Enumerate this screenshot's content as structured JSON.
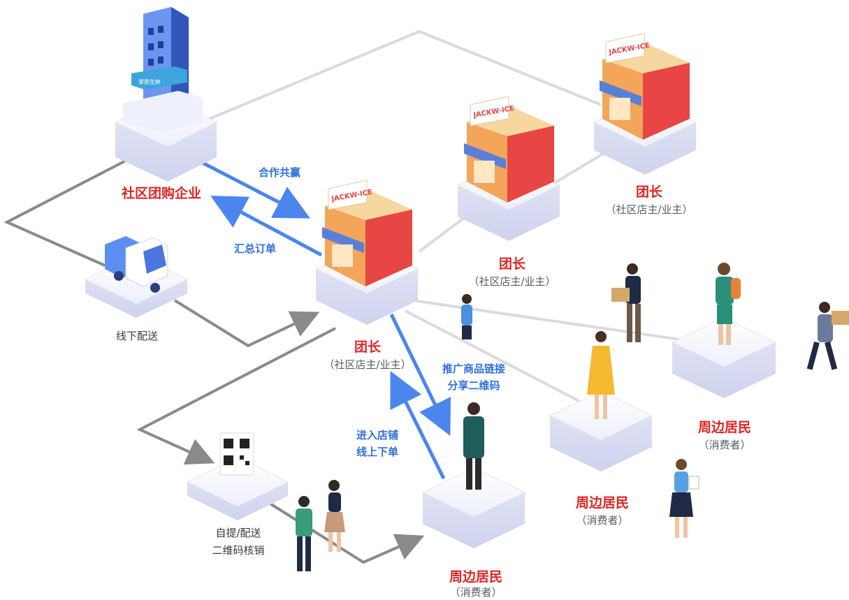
{
  "enterprise": {
    "title": "社区团购企业",
    "sign": "掌鼎生鲜"
  },
  "shop_sign": "JACKW-ICE",
  "leaders": [
    {
      "title": "团长",
      "sub": "（社区店主/业主）"
    },
    {
      "title": "团长",
      "sub": "（社区店主/业主）"
    },
    {
      "title": "团长",
      "sub": "（社区店主/业主）"
    }
  ],
  "residents": [
    {
      "title": "周边居民",
      "sub": "（消费者）"
    },
    {
      "title": "周边居民",
      "sub": "（消费者）"
    },
    {
      "title": "周边居民",
      "sub": "（消费者）"
    }
  ],
  "flows": {
    "cooperate": "合作共赢",
    "summarize_orders": "汇总订单",
    "promote": [
      "推广商品链接",
      "分享二维码"
    ],
    "enter_shop": [
      "进入店铺",
      "线上下单"
    ],
    "offline_delivery": "线下配送",
    "pickup": [
      "自提/配送",
      "二维码核销"
    ]
  },
  "colors": {
    "accent_red": "#e02424",
    "flow_blue": "#2f6fe0",
    "line_gray": "#8a8a8a"
  }
}
